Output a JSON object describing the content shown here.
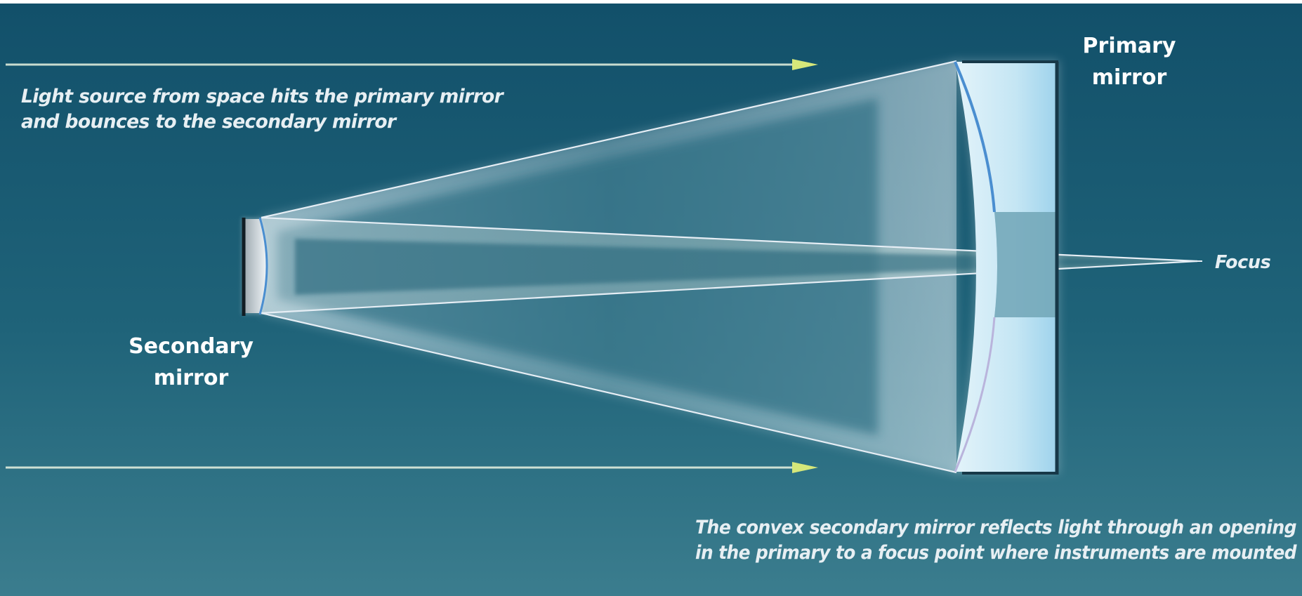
{
  "labels": {
    "primary_mirror_line1": "Primary",
    "primary_mirror_line2": "mirror",
    "secondary_mirror_line1": "Secondary",
    "secondary_mirror_line2": "mirror",
    "focus": "Focus"
  },
  "captions": {
    "light_source_line1": "Light source from space hits the primary mirror",
    "light_source_line2": "and bounces to the secondary mirror",
    "convex_line1": "The convex secondary mirror reflects light through an opening",
    "convex_line2": "in the primary to a focus point where instruments are mounted"
  },
  "colors": {
    "background_top": "#12506a",
    "background_bottom": "#3b7d8e",
    "light_ray": "#e6eef5",
    "arrow_head": "#d6e77a",
    "mirror_glass": "#cfeaf6",
    "mirror_edge": "#4a8ed0"
  }
}
